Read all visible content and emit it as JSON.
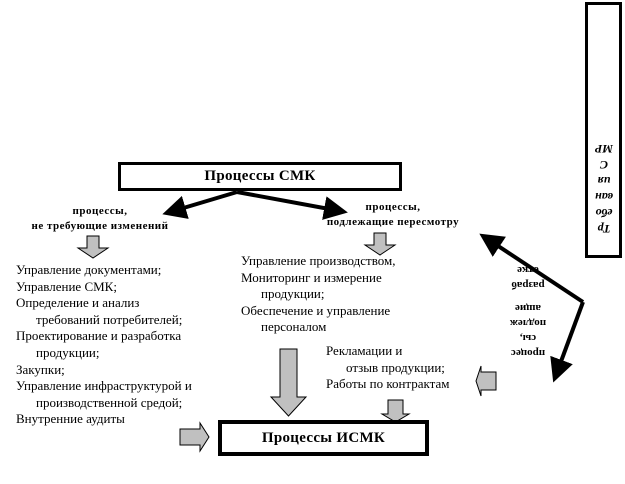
{
  "boxes": {
    "qms_processes": "Процессы СМК",
    "iqms_processes": "Процессы ИСМК",
    "requirements": [
      "Тр",
      "ебо",
      "ван",
      "ия",
      "С",
      "МР"
    ]
  },
  "branches": {
    "unchanged_label": [
      "процессы,",
      "не требующие изменений"
    ],
    "revision_label": [
      "процессы,",
      "подлежащие пересмотру"
    ],
    "development_label": [
      "процес",
      "сы,",
      "подлеж",
      "ащие",
      "разраб",
      "отке"
    ]
  },
  "unchanged_list": [
    {
      "text": "Управление документами;",
      "cont": false
    },
    {
      "text": "Управление СМК;",
      "cont": false
    },
    {
      "text": "Определение и анализ",
      "cont": false
    },
    {
      "text": "требований потребителей;",
      "cont": true
    },
    {
      "text": "Проектирование и разработка",
      "cont": false
    },
    {
      "text": "продукции;",
      "cont": true
    },
    {
      "text": "Закупки;",
      "cont": false
    },
    {
      "text": "Управление инфраструктурой и",
      "cont": false
    },
    {
      "text": "производственной средой;",
      "cont": true
    },
    {
      "text": "Внутренние аудиты",
      "cont": false
    }
  ],
  "revision_list": [
    {
      "text": "Управление производством,",
      "cont": false
    },
    {
      "text": "Мониторинг и измерение",
      "cont": false
    },
    {
      "text": "продукции;",
      "cont": true
    },
    {
      "text": "Обеспечение и управление",
      "cont": false
    },
    {
      "text": "персоналом",
      "cont": true
    }
  ],
  "development_list": [
    {
      "text": "Рекламации и",
      "cont": false
    },
    {
      "text": "отзыв продукции;",
      "cont": true
    },
    {
      "text": "Работы по контрактам",
      "cont": false
    }
  ],
  "colors": {
    "arrow_fill": "#c0c0c0",
    "line": "#000000"
  }
}
